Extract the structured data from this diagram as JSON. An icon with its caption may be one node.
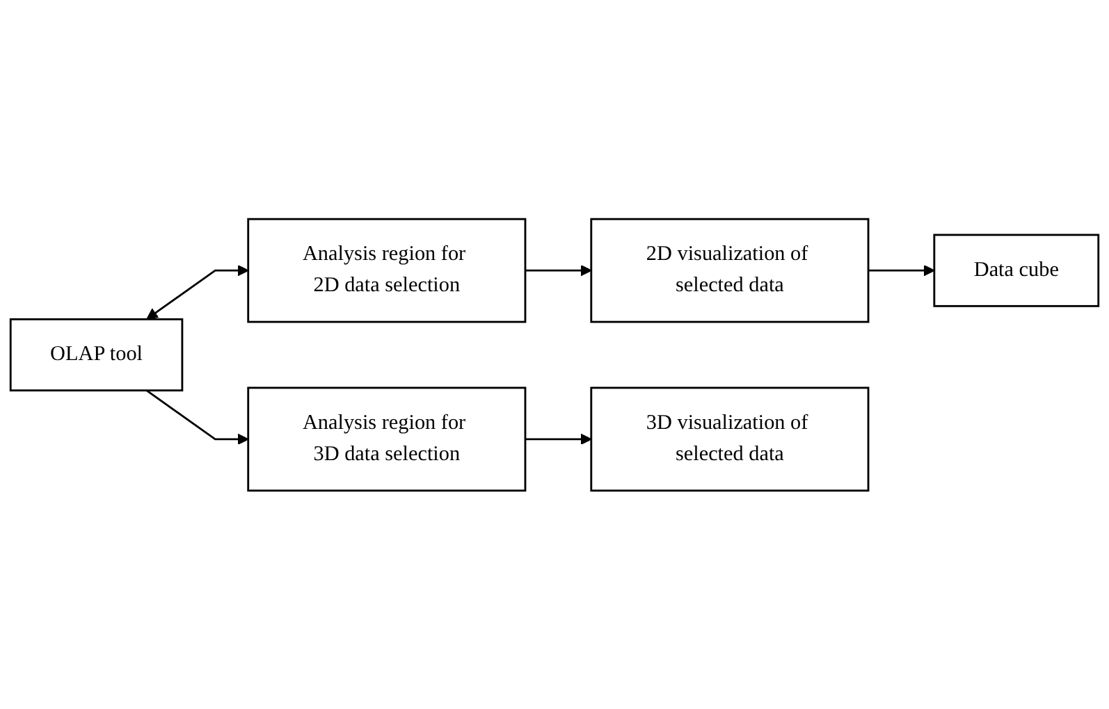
{
  "diagram": {
    "nodes": [
      {
        "text": [
          "OLAP tool"
        ]
      },
      {
        "text": [
          "Analysis region for 2D data selection"
        ]
      },
      {
        "text": [
          "2D visualization of selected data"
        ]
      },
      {
        "text": [
          "Analysis region for 3D data selection"
        ]
      },
      {
        "text": [
          "Data cube"
        ]
      },
      {
        "text": [
          "3D visualization of selected data"
        ]
      }
    ],
    "edges": [
      {
        "from": 0,
        "to": 1,
        "arrow": "both"
      },
      {
        "from": 0,
        "to": 3,
        "arrow": "to"
      },
      {
        "from": 1,
        "to": 2,
        "arrow": "to"
      },
      {
        "from": 2,
        "to": 4,
        "arrow": "to"
      },
      {
        "from": 3,
        "to": 5,
        "arrow": "to"
      }
    ]
  }
}
